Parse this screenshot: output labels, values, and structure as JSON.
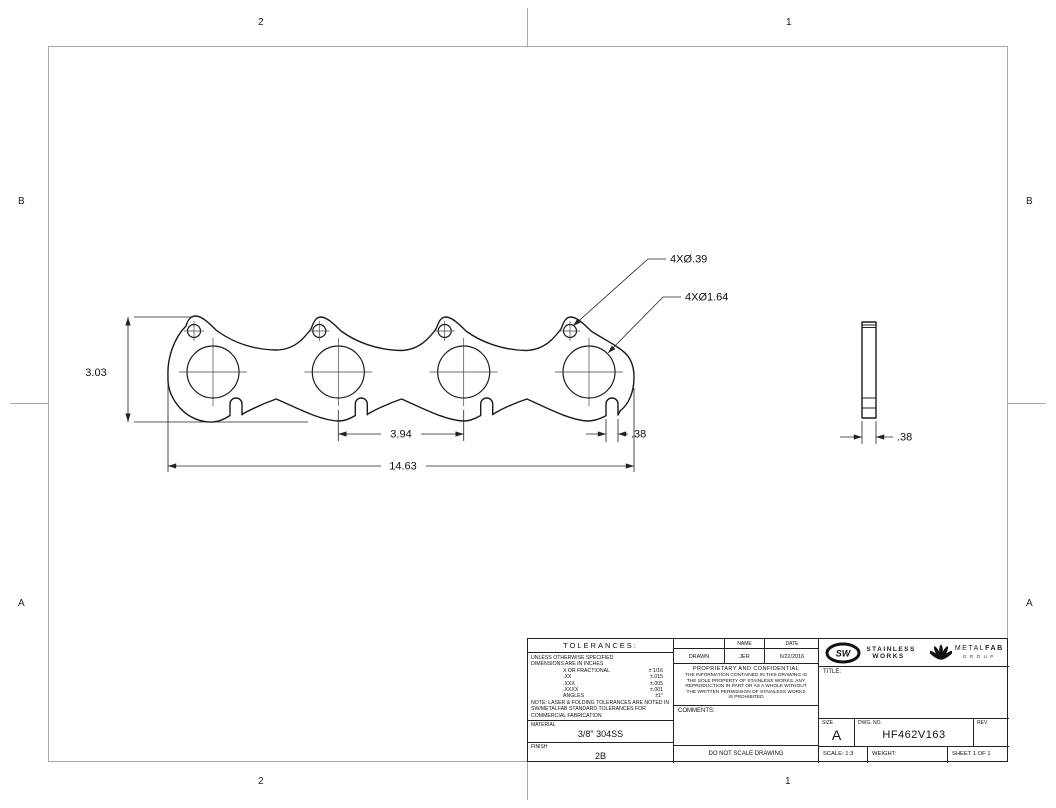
{
  "colors": {
    "line": "#1a1a1a",
    "border": "#a9a9a9"
  },
  "sheet": {
    "zones": {
      "top": [
        "2",
        "1"
      ],
      "bottom": [
        "2",
        "1"
      ],
      "left": [
        "B",
        "A"
      ],
      "right": [
        "B",
        "A"
      ]
    }
  },
  "drawing": {
    "callouts": {
      "bolt_holes": "4XØ.39",
      "ports": "4XØ1.64"
    },
    "dims": {
      "height": "3.03",
      "port_spacing": "3.94",
      "slot_width": ".38",
      "overall_length": "14.63",
      "thickness": ".38"
    }
  },
  "title_block": {
    "tolerances": {
      "header": "TOLERANCES:",
      "line1": "UNLESS OTHERWISE SPECIFIED",
      "line2": "DIMENSIONS ARE IN INCHES",
      "rows": [
        {
          "label": "X OR FRACTIONAL",
          "value": "± 1/16"
        },
        {
          "label": ".XX",
          "value": "±.015"
        },
        {
          "label": ".XXX",
          "value": "±.005"
        },
        {
          "label": ".XXXX",
          "value": "±.001"
        },
        {
          "label": "ANGLES",
          "value": "±1°"
        }
      ],
      "note1": "NOTE: LASER & FOLDING TOLERANCES ARE NOTED IN",
      "note2": "SW/METALFAB STANDARD TOLERANCES FOR",
      "note3": "COMMERCIAL FABRICATION"
    },
    "material": {
      "label": "MATERIAL",
      "value": "3/8\" 304SS"
    },
    "finish": {
      "label": "FINISH",
      "value": "2B"
    },
    "approvals": {
      "name_header": "NAME",
      "date_header": "DATE",
      "drawn_label": "DRAWN",
      "drawn_name": "JER",
      "drawn_date": "6/22/2016"
    },
    "proprietary": {
      "header": "PROPRIETARY AND CONFIDENTIAL",
      "lines": [
        "THE INFORMATION CONTAINED IN THIS DRAWING IS",
        "THE SOLE PROPERTY OF STAINLESS WORKS. ANY",
        "REPRODUCTION IN PART OR AS A WHOLE WITHOUT",
        "THE WRITTEN PERMISSION OF STAINLESS WORKS",
        "IS PROHIBITED"
      ]
    },
    "comments_label": "COMMENTS:",
    "no_scale": "DO NOT SCALE DRAWING",
    "logos": {
      "sw_monogram": "SW",
      "stainless_line1": "STAINLESS",
      "stainless_line2": "WORKS",
      "metalfab_metal": "METAL",
      "metalfab_fab": "FAB",
      "metalfab_group": "GROUP"
    },
    "title_label": "TITLE:",
    "size": {
      "label": "SIZE",
      "value": "A"
    },
    "dwg_no": {
      "label": "DWG. NO.",
      "value": "HF462V163"
    },
    "rev_label": "REV",
    "scale": "SCALE: 1:3",
    "weight_label": "WEIGHT:",
    "sheet_label": "SHEET 1 OF 1"
  }
}
